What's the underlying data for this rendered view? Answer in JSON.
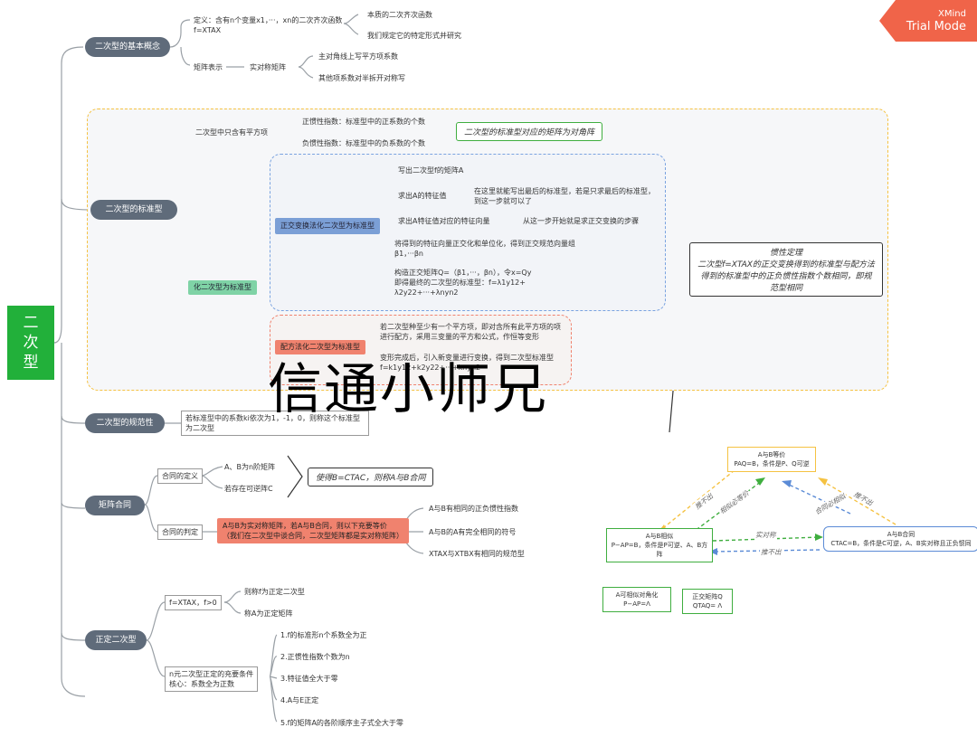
{
  "badge": {
    "brand": "XMind",
    "mode": "Trial Mode"
  },
  "watermark": "信通小师兄",
  "root": {
    "label": "二\n次\n型"
  },
  "topics": {
    "basic": "二次型的基本概念",
    "standard": "二次型的标准型",
    "normative": "二次型的规范性",
    "congruent": "矩阵合同",
    "positive": "正定二次型"
  },
  "basic": {
    "definition": "定义：含有n个变量x1，···，xn的二次齐次函数\nf=XTAX",
    "def_a": "本质的二次齐次函数",
    "def_b": "我们规定它的特定形式并研究",
    "matrix": "矩阵表示",
    "symmetric": "实对称矩阵",
    "sym_a": "主对角线上写平方项系数",
    "sym_b": "其他项系数对半拆开对称写"
  },
  "standard": {
    "only_square": "二次型中只含有平方项",
    "pos_index": "正惯性指数：标准型中的正系数的个数",
    "neg_index": "负惯性指数：标准型中的负系数的个数",
    "diag_summary": "二次型的标准型对应的矩阵为对角阵",
    "to_standard": "化二次型为标准型",
    "orth_method": "正交变换法化二次型为标准型",
    "orth_1": "写出二次型f的矩阵A",
    "orth_2": "求出A的特征值",
    "orth_2_note": "在这里就能写出最后的标准型，若是只求最后的标准型，到这一步就可以了",
    "orth_3": "求出A特征值对应的特征向量",
    "orth_3_note": "从这一步开始就是求正交变换的步骤",
    "orth_4": "将得到的特征向量正交化和单位化，得到正交规范向量组β1，···βn",
    "orth_5": "构造正交矩阵Q=（β1，···，βn），令x=Qy\n即得最终的二次型的标准型：f=λ1y12+ λ2y22+···+λnyn2",
    "comp_method": "配方法化二次型为标准型",
    "comp_1": "若二次型种至少有一个平方项，即对含所有此平方项的项进行配方，采用三变量的平方和公式，作恒等变形",
    "comp_2": "变形完成后，引入新变量进行变换，得到二次型标准型f=k1y12+k2y22+···+knyn2",
    "inertia": "惯性定理\n二次型f=XTAX的正交变换得到的标准型与配方法得到的标准型中的正负惯性指数个数相同，即规范型相同"
  },
  "normative": {
    "text": "若标准型中的系数ki依次为1，-1，0，则称这个标准型为二次型"
  },
  "congruent": {
    "def": "合同的定义",
    "def_a": "A、B为n阶矩阵",
    "def_b": "若存在可逆阵C",
    "def_summary": "使得B=CTAC，则称A与B合同",
    "judge": "合同的判定",
    "judge_cond": "A与B为实对称矩阵，若A与B合同，则以下充要等价\n（我们在二次型中谈合同，二次型矩阵都是实对称矩阵）",
    "judge_a": "A与B有相同的正负惯性指数",
    "judge_b": "A与B的A有完全相同的符号",
    "judge_c": "XTAX与XTBX有相同的规范型"
  },
  "positive": {
    "cond": "f=XTAX，f>0",
    "cond_a": "则称f为正定二次型",
    "cond_b": "称A为正定矩阵",
    "nec": "n元二次型正定的充要条件\n核心：系数全为正数",
    "nec_1": "1.f的标准形n个系数全为正",
    "nec_2": "2.正惯性指数个数为n",
    "nec_3": "3.特征值全大于零",
    "nec_4": "4.A与E正定",
    "nec_5": "5.f的矩阵A的各阶顺序主子式全大于零"
  },
  "relation": {
    "equiv": "A与B等价\nPAQ=B，条件是P、Q可逆",
    "similar": "A与B相似\nP−AP=B，条件是P可逆、A、B方阵",
    "congruent": "A与B合同\nCTAC=B，条件是C可逆，A、B实对称且正负惯同",
    "diag": "A可相似对角化\nP−AP=Λ",
    "orth": "正交矩阵Q\nQTAQ= Λ",
    "e1": "推不出",
    "e2": "相似必等价",
    "e3": "合同必相似",
    "e4": "推不出",
    "e5": "实对称",
    "e6": "推不出"
  },
  "colors": {
    "root": "#22b03a",
    "topic": "#5f6b7a",
    "badge": "#f06449",
    "green": "#3fae3f",
    "blue": "#5b8bd6",
    "yellow": "#f5c242"
  }
}
